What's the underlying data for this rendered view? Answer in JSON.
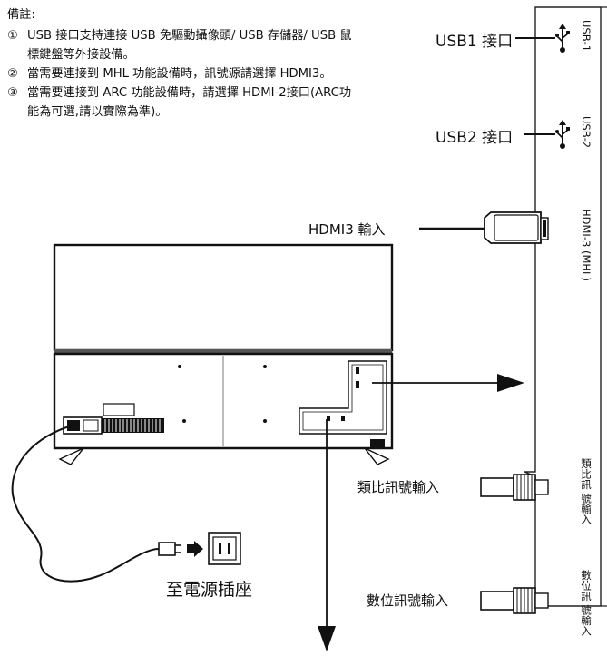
{
  "notes": {
    "title": "備註:",
    "items": [
      {
        "num": "①",
        "text": "USB 接口支持連接 USB 免驅動攝像頭/ USB 存儲器/ USB 鼠標鍵盤等外接設備。"
      },
      {
        "num": "②",
        "text": "當需要連接到 MHL 功能設備時，訊號源請選擇 HDMI3。"
      },
      {
        "num": "③",
        "text": "當需要連接到 ARC 功能設備時，請選擇 HDMI-2接口(ARC功能為可選,請以實際為準)。"
      }
    ]
  },
  "ports": {
    "usb1_label": "USB1 接口",
    "usb1_side": "USB-1",
    "usb2_label": "USB2 接口",
    "usb2_side": "USB-2",
    "hdmi3_label": "HDMI3 輸入",
    "hdmi3_side_1": "HDMI-3",
    "hdmi3_side_2": "(MHL)",
    "analog_label": "類比訊號輸入",
    "analog_side_1": "類比訊",
    "analog_side_2": "號輸入",
    "digital_label": "數位訊號輸入",
    "digital_side_1": "數位訊",
    "digital_side_2": "號輸入"
  },
  "power": {
    "label": "至電源插座"
  }
}
